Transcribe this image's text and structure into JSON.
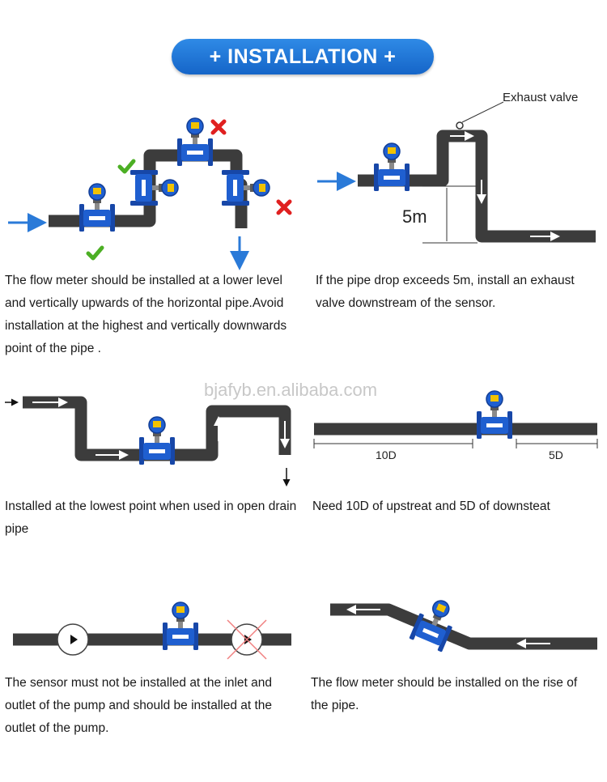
{
  "header": {
    "title": "+ INSTALLATION +"
  },
  "watermark": "bjafyb.en.alibaba.com",
  "panels": {
    "p1": {
      "caption": "The flow meter should be installed at a lower level and vertically upwards of the horizontal pipe.Avoid installation at the highest and vertically downwards point of the pipe ."
    },
    "p2": {
      "caption": "If the pipe drop exceeds 5m, install an exhaust valve downstream of the sensor.",
      "valve_label": "Exhaust valve",
      "drop_label": "5m"
    },
    "p3": {
      "caption": "Installed at the lowest point when used in open drain pipe"
    },
    "p4": {
      "caption": "Need 10D of upstreat and 5D of downsteat",
      "upstream_label": "10D",
      "downstream_label": "5D"
    },
    "p5": {
      "caption": "The sensor must not be installed at the inlet and outlet of the pump and should be installed at the outlet of the pump."
    },
    "p6": {
      "caption": "The flow meter should be installed on the rise of the pipe."
    }
  },
  "colors": {
    "pipe": "#3c3c3c",
    "meter": "#1f5fd0",
    "arrow": "#2a7ad8",
    "check": "#4caf24",
    "cross": "#e02020"
  },
  "icons": [
    "check-icon",
    "cross-icon",
    "flow-arrow-icon",
    "pump-icon",
    "exhaust-valve-icon"
  ]
}
